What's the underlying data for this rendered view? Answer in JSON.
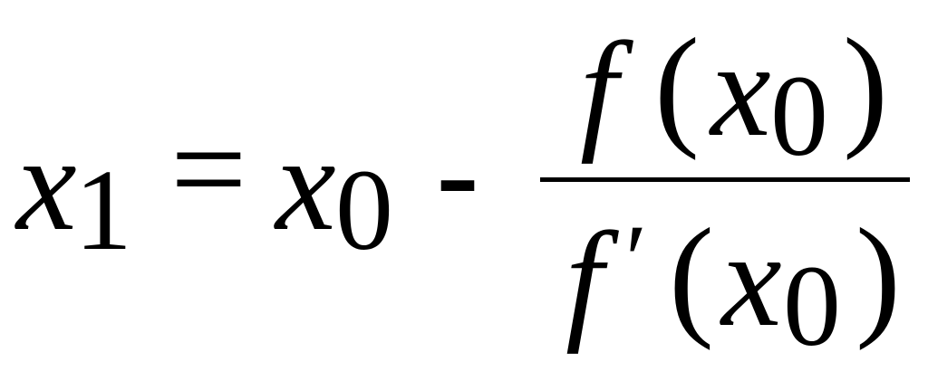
{
  "formula": {
    "lhs": {
      "variable": "x",
      "subscript": "1"
    },
    "equals": "=",
    "rhs": {
      "variable": "x",
      "subscript": "0"
    },
    "minus": "-",
    "fraction": {
      "numerator": {
        "function": "f",
        "open_paren": "(",
        "variable": "x",
        "subscript": "0",
        "close_paren": ")"
      },
      "denominator": {
        "function": "f",
        "prime": "′",
        "open_paren": "(",
        "variable": "x",
        "subscript": "0",
        "close_paren": ")"
      }
    }
  }
}
